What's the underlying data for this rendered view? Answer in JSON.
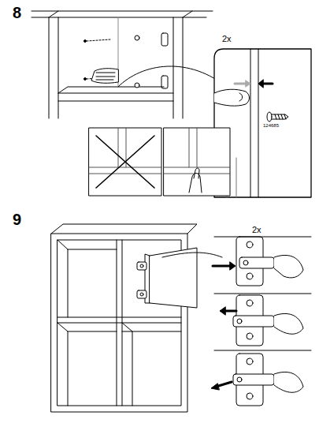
{
  "diagram": {
    "labels": [
      "8",
      "2x",
      "124685",
      "9",
      "2x"
    ]
  }
}
